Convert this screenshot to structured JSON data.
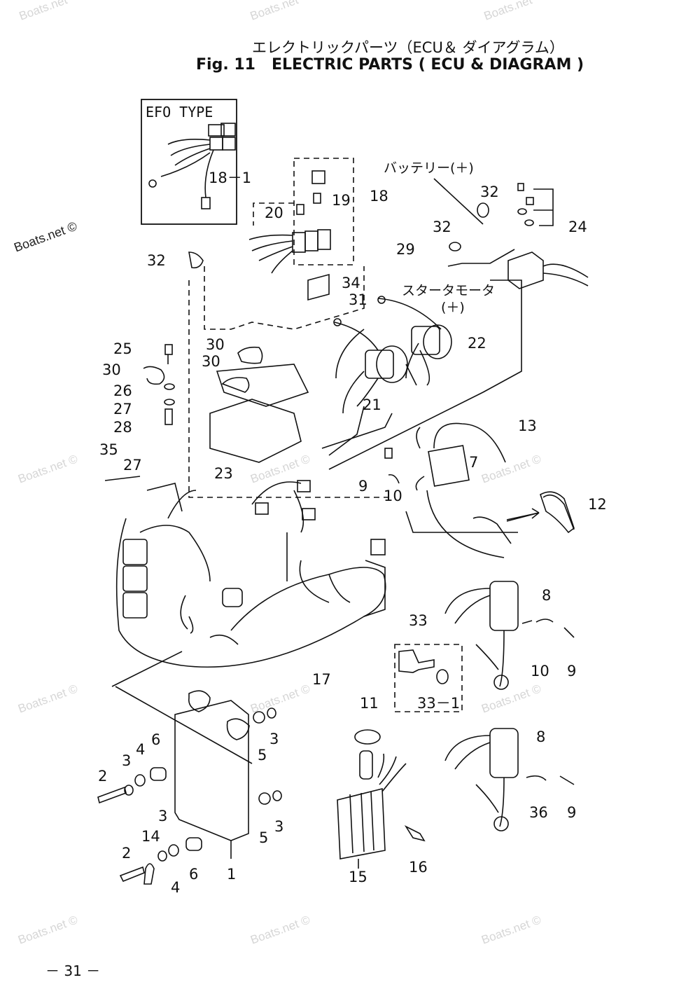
{
  "header": {
    "title_jp": "エレクトリックパーツ（ECU＆ ダイアグラム）",
    "figure_label": "Fig. 11",
    "title_en": "ELECTRIC PARTS ( ECU & DIAGRAM )"
  },
  "inset": {
    "title": "EFO TYPE",
    "part": "18－1"
  },
  "annotations": {
    "battery_plus": "バッテリー(＋)",
    "starter_motor": "スタータモータ",
    "starter_plus": "(＋)"
  },
  "watermarks": {
    "text": "Boats.net",
    "text_copyright": "Boats.net ©"
  },
  "part_numbers": {
    "p1": "1",
    "p2a": "2",
    "p2b": "2",
    "p3a": "3",
    "p3b": "3",
    "p3c": "3",
    "p3d": "3",
    "p4a": "4",
    "p4b": "4",
    "p5a": "5",
    "p5b": "5",
    "p6a": "6",
    "p6b": "6",
    "p7": "7",
    "p8a": "8",
    "p8b": "8",
    "p9a": "9",
    "p9b": "9",
    "p9c": "9",
    "p10a": "10",
    "p10b": "10",
    "p11": "11",
    "p12": "12",
    "p13": "13",
    "p14": "14",
    "p15": "15",
    "p16": "16",
    "p17": "17",
    "p18": "18",
    "p19": "19",
    "p20": "20",
    "p21": "21",
    "p22": "22",
    "p23": "23",
    "p24": "24",
    "p25": "25",
    "p26": "26",
    "p27a": "27",
    "p27b": "27",
    "p28": "28",
    "p29": "29",
    "p30a": "30",
    "p30b": "30",
    "p30c": "30",
    "p31": "31",
    "p32a": "32",
    "p32b": "32",
    "p32c": "32",
    "p33": "33",
    "p33_1": "33－1",
    "p34": "34",
    "p35": "35",
    "p36": "36"
  },
  "footer": {
    "page": "－ 31 －"
  }
}
